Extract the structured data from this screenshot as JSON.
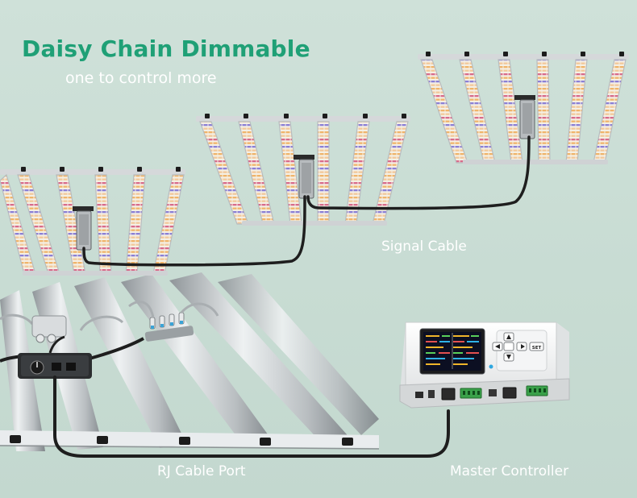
{
  "headline": "Daisy Chain Dimmable",
  "subline": "one to control more",
  "callouts": {
    "signal_cable": "Signal Cable",
    "rj_cable_port": "RJ Cable Port",
    "master_controller": "Master Controller"
  },
  "controller_screen": {
    "set_key": "SET"
  },
  "colors": {
    "background": "#cfe0d8",
    "headline": "#1fa076",
    "cable": "#1e1e1e",
    "bar_frame": "#d7d9da"
  },
  "icons": [
    "led-grow-light-fixture",
    "signal-cable",
    "rj-port",
    "master-controller",
    "dimmer-knob"
  ]
}
